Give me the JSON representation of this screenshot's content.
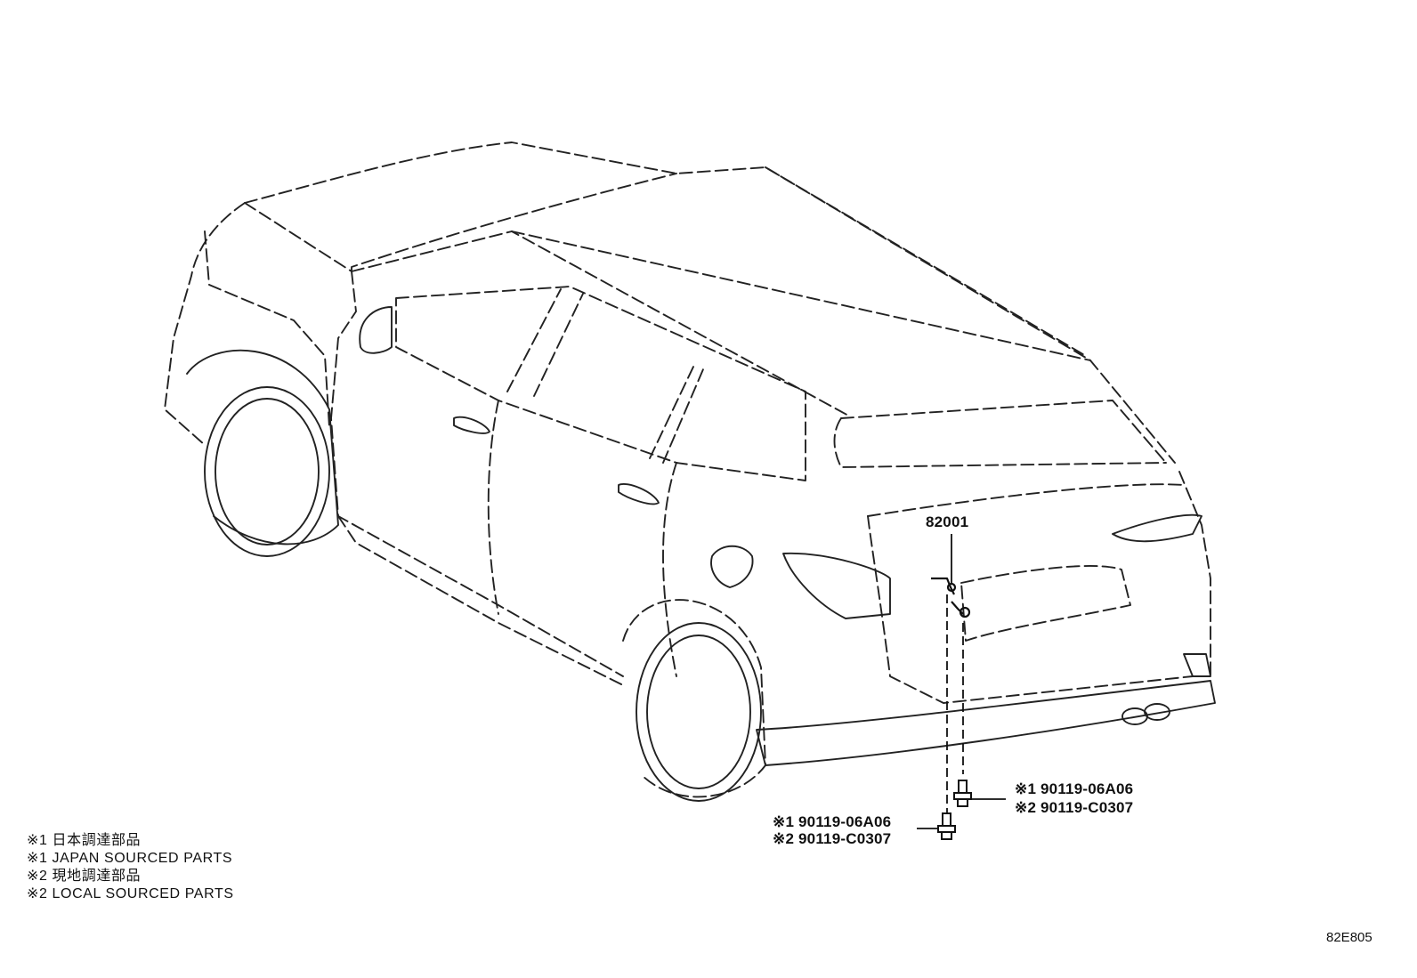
{
  "diagram": {
    "part_callout": "82001",
    "bolt_right": {
      "line1": "※1 90119-06A06",
      "line2": "※2 90119-C0307"
    },
    "bolt_left": {
      "line1": "※1 90119-06A06",
      "line2": "※2 90119-C0307"
    },
    "notes": [
      "※1 日本調達部品",
      "※1 JAPAN SOURCED PARTS",
      "※2 現地調達部品",
      "※2 LOCAL SOURCED PARTS"
    ],
    "figure_code": "82E805"
  }
}
